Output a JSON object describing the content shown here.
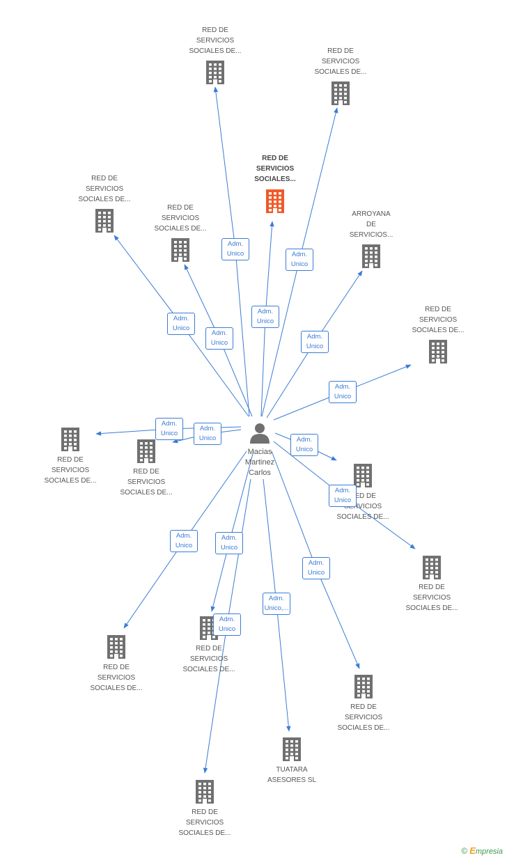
{
  "center": {
    "label": "Macias\nMartinez\nCarlos"
  },
  "colors": {
    "edge": "#3a7bd5",
    "building": "#707070",
    "building_main": "#f0592a"
  },
  "nodes": [
    {
      "label": "RED DE\nSERVICIOS\nSOCIALES DE...",
      "badge": "Adm.\nUnico",
      "main": false
    },
    {
      "label": "RED DE\nSERVICIOS\nSOCIALES DE...",
      "badge": "Adm.\nUnico",
      "main": false
    },
    {
      "label": "RED DE\nSERVICIOS\nSOCIALES...",
      "badge": "Adm.\nUnico",
      "main": true
    },
    {
      "label": "RED DE\nSERVICIOS\nSOCIALES DE...",
      "badge": "Adm.\nUnico",
      "main": false
    },
    {
      "label": "RED DE\nSERVICIOS\nSOCIALES DE...",
      "badge": "Adm.\nUnico",
      "main": false
    },
    {
      "label": "ARROYANA\nDE\nSERVICIOS...",
      "badge": "Adm.\nUnico",
      "main": false
    },
    {
      "label": "RED DE\nSERVICIOS\nSOCIALES DE...",
      "badge": "Adm.\nUnico",
      "main": false
    },
    {
      "label": "RED DE\nSERVICIOS\nSOCIALES DE...",
      "badge": "Adm.\nUnico",
      "main": false
    },
    {
      "label": "RED DE\nSERVICIOS\nSOCIALES DE...",
      "badge": "Adm.\nUnico",
      "main": false
    },
    {
      "label": "RED DE\nSERVICIOS\nSOCIALES DE...",
      "badge": "Adm.\nUnico",
      "main": false
    },
    {
      "label": "RED DE\nSERVICIOS\nSOCIALES DE...",
      "badge": "Adm.\nUnico",
      "main": false
    },
    {
      "label": "RED DE\nSERVICIOS\nSOCIALES DE...",
      "badge": "Adm.\nUnico",
      "main": false
    },
    {
      "label": "RED DE\nSERVICIOS\nSOCIALES DE...",
      "badge": "Adm.\nUnico",
      "main": false
    },
    {
      "label": "RED DE\nSERVICIOS\nSOCIALES DE...",
      "badge": "Adm.\nUnico",
      "main": false
    },
    {
      "label": "TUATARA\nASESORES SL",
      "badge": "Adm.\nUnico,...",
      "main": false
    },
    {
      "label": "RED DE\nSERVICIOS\nSOCIALES DE...",
      "badge": "Adm.\nUnico",
      "main": false
    },
    {
      "label": "RED DE\nSERVICIOS\nSOCIALES DE...",
      "badge": "Adm.\nUnico",
      "main": false
    }
  ],
  "footer": {
    "copyright": "©",
    "brand_e": "E",
    "brand_rest": "mpresia"
  }
}
